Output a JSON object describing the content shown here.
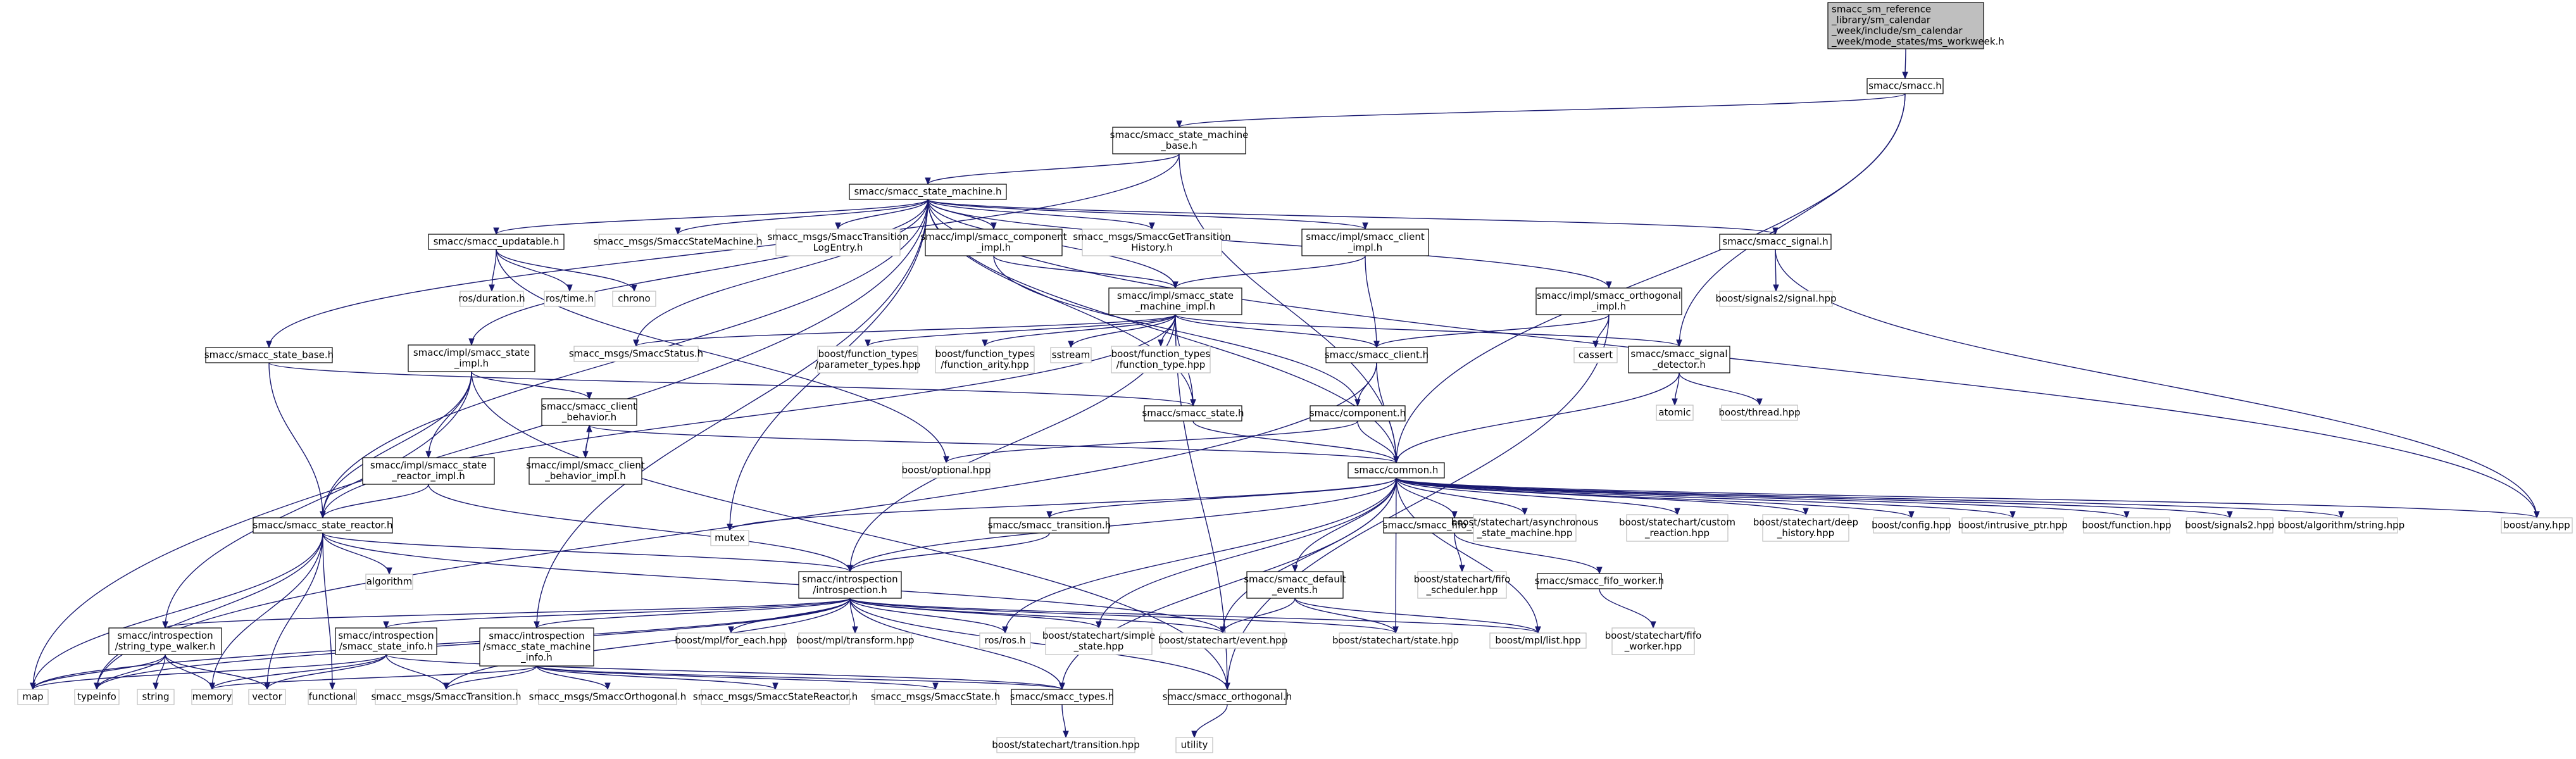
{
  "graph": {
    "nodes": [
      {
        "id": "root",
        "lines": [
          "smacc_sm_reference",
          "_library/sm_calendar",
          "_week/include/sm_calendar",
          "_week/mode_states/ms_workweek.h"
        ],
        "kind": "root"
      },
      {
        "id": "smacc_h",
        "lines": [
          "smacc/smacc.h"
        ],
        "kind": "internal"
      },
      {
        "id": "sm_base",
        "lines": [
          "smacc/smacc_state_machine",
          "_base.h"
        ],
        "kind": "internal"
      },
      {
        "id": "sm",
        "lines": [
          "smacc/smacc_state_machine.h"
        ],
        "kind": "internal"
      },
      {
        "id": "updatable",
        "lines": [
          "smacc/smacc_updatable.h"
        ],
        "kind": "internal"
      },
      {
        "id": "msg_sm",
        "lines": [
          "smacc_msgs/SmaccStateMachine.h"
        ],
        "kind": "external"
      },
      {
        "id": "msg_tle",
        "lines": [
          "smacc_msgs/SmaccTransition",
          "LogEntry.h"
        ],
        "kind": "external"
      },
      {
        "id": "comp_impl",
        "lines": [
          "smacc/impl/smacc_component",
          "_impl.h"
        ],
        "kind": "internal"
      },
      {
        "id": "msg_gth",
        "lines": [
          "smacc_msgs/SmaccGetTransition",
          "History.h"
        ],
        "kind": "external"
      },
      {
        "id": "client_impl",
        "lines": [
          "smacc/impl/smacc_client",
          "_impl.h"
        ],
        "kind": "internal"
      },
      {
        "id": "signal",
        "lines": [
          "smacc/smacc_signal.h"
        ],
        "kind": "internal"
      },
      {
        "id": "ros_duration",
        "lines": [
          "ros/duration.h"
        ],
        "kind": "external"
      },
      {
        "id": "ros_time",
        "lines": [
          "ros/time.h"
        ],
        "kind": "external"
      },
      {
        "id": "chrono",
        "lines": [
          "chrono"
        ],
        "kind": "external"
      },
      {
        "id": "sm_impl",
        "lines": [
          "smacc/impl/smacc_state",
          "_machine_impl.h"
        ],
        "kind": "internal"
      },
      {
        "id": "orth_impl",
        "lines": [
          "smacc/impl/smacc_orthogonal",
          "_impl.h"
        ],
        "kind": "internal"
      },
      {
        "id": "signals2",
        "lines": [
          "boost/signals2/signal.hpp"
        ],
        "kind": "external"
      },
      {
        "id": "state_base",
        "lines": [
          "smacc/smacc_state_base.h"
        ],
        "kind": "internal"
      },
      {
        "id": "state_impl",
        "lines": [
          "smacc/impl/smacc_state",
          "_impl.h"
        ],
        "kind": "internal"
      },
      {
        "id": "msg_status",
        "lines": [
          "smacc_msgs/SmaccStatus.h"
        ],
        "kind": "external"
      },
      {
        "id": "ft_param",
        "lines": [
          "boost/function_types",
          "/parameter_types.hpp"
        ],
        "kind": "external"
      },
      {
        "id": "ft_arity",
        "lines": [
          "boost/function_types",
          "/function_arity.hpp"
        ],
        "kind": "external"
      },
      {
        "id": "sstream",
        "lines": [
          "sstream"
        ],
        "kind": "external"
      },
      {
        "id": "ft_type",
        "lines": [
          "boost/function_types",
          "/function_type.hpp"
        ],
        "kind": "external"
      },
      {
        "id": "client",
        "lines": [
          "smacc/smacc_client.h"
        ],
        "kind": "internal"
      },
      {
        "id": "cassert",
        "lines": [
          "cassert"
        ],
        "kind": "external"
      },
      {
        "id": "signal_det",
        "lines": [
          "smacc/smacc_signal",
          "_detector.h"
        ],
        "kind": "internal"
      },
      {
        "id": "client_beh",
        "lines": [
          "smacc/smacc_client",
          "_behavior.h"
        ],
        "kind": "internal"
      },
      {
        "id": "state",
        "lines": [
          "smacc/smacc_state.h"
        ],
        "kind": "internal"
      },
      {
        "id": "component",
        "lines": [
          "smacc/component.h"
        ],
        "kind": "internal"
      },
      {
        "id": "atomic",
        "lines": [
          "atomic"
        ],
        "kind": "external"
      },
      {
        "id": "thread",
        "lines": [
          "boost/thread.hpp"
        ],
        "kind": "external"
      },
      {
        "id": "reactor_impl",
        "lines": [
          "smacc/impl/smacc_state",
          "_reactor_impl.h"
        ],
        "kind": "internal"
      },
      {
        "id": "client_beh_impl",
        "lines": [
          "smacc/impl/smacc_client",
          "_behavior_impl.h"
        ],
        "kind": "internal"
      },
      {
        "id": "optional",
        "lines": [
          "boost/optional.hpp"
        ],
        "kind": "external"
      },
      {
        "id": "common",
        "lines": [
          "smacc/common.h"
        ],
        "kind": "internal"
      },
      {
        "id": "reactor",
        "lines": [
          "smacc/smacc_state_reactor.h"
        ],
        "kind": "internal"
      },
      {
        "id": "mutex",
        "lines": [
          "mutex"
        ],
        "kind": "external"
      },
      {
        "id": "transition",
        "lines": [
          "smacc/smacc_transition.h"
        ],
        "kind": "internal"
      },
      {
        "id": "fifo_sched",
        "lines": [
          "smacc/smacc_fifo_scheduler.h"
        ],
        "kind": "internal"
      },
      {
        "id": "sc_async",
        "lines": [
          "boost/statechart/asynchronous",
          "_state_machine.hpp"
        ],
        "kind": "external"
      },
      {
        "id": "sc_custom",
        "lines": [
          "boost/statechart/custom",
          "_reaction.hpp"
        ],
        "kind": "external"
      },
      {
        "id": "sc_deep",
        "lines": [
          "boost/statechart/deep",
          "_history.hpp"
        ],
        "kind": "external"
      },
      {
        "id": "config",
        "lines": [
          "boost/config.hpp"
        ],
        "kind": "external"
      },
      {
        "id": "intrusive",
        "lines": [
          "boost/intrusive_ptr.hpp"
        ],
        "kind": "external"
      },
      {
        "id": "function",
        "lines": [
          "boost/function.hpp"
        ],
        "kind": "external"
      },
      {
        "id": "signals2b",
        "lines": [
          "boost/signals2.hpp"
        ],
        "kind": "external"
      },
      {
        "id": "algstring",
        "lines": [
          "boost/algorithm/string.hpp"
        ],
        "kind": "external"
      },
      {
        "id": "any",
        "lines": [
          "boost/any.hpp"
        ],
        "kind": "external"
      },
      {
        "id": "algorithm",
        "lines": [
          "algorithm"
        ],
        "kind": "external"
      },
      {
        "id": "introspection",
        "lines": [
          "smacc/introspection",
          "/introspection.h"
        ],
        "kind": "internal"
      },
      {
        "id": "default_events",
        "lines": [
          "smacc/smacc_default",
          "_events.h"
        ],
        "kind": "internal"
      },
      {
        "id": "sc_fifo_sched",
        "lines": [
          "boost/statechart/fifo",
          "_scheduler.hpp"
        ],
        "kind": "external"
      },
      {
        "id": "fifo_worker",
        "lines": [
          "smacc/smacc_fifo_worker.h"
        ],
        "kind": "internal"
      },
      {
        "id": "stw",
        "lines": [
          "smacc/introspection",
          "/string_type_walker.h"
        ],
        "kind": "internal"
      },
      {
        "id": "state_info",
        "lines": [
          "smacc/introspection",
          "/smacc_state_info.h"
        ],
        "kind": "internal"
      },
      {
        "id": "sm_info",
        "lines": [
          "smacc/introspection",
          "/smacc_state_machine",
          "_info.h"
        ],
        "kind": "internal"
      },
      {
        "id": "mpl_foreach",
        "lines": [
          "boost/mpl/for_each.hpp"
        ],
        "kind": "external"
      },
      {
        "id": "mpl_transform",
        "lines": [
          "boost/mpl/transform.hpp"
        ],
        "kind": "external"
      },
      {
        "id": "rosros",
        "lines": [
          "ros/ros.h"
        ],
        "kind": "external"
      },
      {
        "id": "sc_simple",
        "lines": [
          "boost/statechart/simple",
          "_state.hpp"
        ],
        "kind": "external"
      },
      {
        "id": "sc_event",
        "lines": [
          "boost/statechart/event.hpp"
        ],
        "kind": "external"
      },
      {
        "id": "sc_state",
        "lines": [
          "boost/statechart/state.hpp"
        ],
        "kind": "external"
      },
      {
        "id": "mpl_list",
        "lines": [
          "boost/mpl/list.hpp"
        ],
        "kind": "external"
      },
      {
        "id": "sc_fifo_worker",
        "lines": [
          "boost/statechart/fifo",
          "_worker.hpp"
        ],
        "kind": "external"
      },
      {
        "id": "map",
        "lines": [
          "map"
        ],
        "kind": "external"
      },
      {
        "id": "typeinfo",
        "lines": [
          "typeinfo"
        ],
        "kind": "external"
      },
      {
        "id": "string",
        "lines": [
          "string"
        ],
        "kind": "external"
      },
      {
        "id": "memory",
        "lines": [
          "memory"
        ],
        "kind": "external"
      },
      {
        "id": "vector",
        "lines": [
          "vector"
        ],
        "kind": "external"
      },
      {
        "id": "functional",
        "lines": [
          "functional"
        ],
        "kind": "external"
      },
      {
        "id": "msg_transition",
        "lines": [
          "smacc_msgs/SmaccTransition.h"
        ],
        "kind": "external"
      },
      {
        "id": "msg_orth",
        "lines": [
          "smacc_msgs/SmaccOrthogonal.h"
        ],
        "kind": "external"
      },
      {
        "id": "msg_reactor",
        "lines": [
          "smacc_msgs/SmaccStateReactor.h"
        ],
        "kind": "external"
      },
      {
        "id": "msg_state",
        "lines": [
          "smacc_msgs/SmaccState.h"
        ],
        "kind": "external"
      },
      {
        "id": "types",
        "lines": [
          "smacc/smacc_types.h"
        ],
        "kind": "internal"
      },
      {
        "id": "orthogonal",
        "lines": [
          "smacc/smacc_orthogonal.h"
        ],
        "kind": "internal"
      },
      {
        "id": "sc_transition",
        "lines": [
          "boost/statechart/transition.hpp"
        ],
        "kind": "external"
      },
      {
        "id": "utility",
        "lines": [
          "utility"
        ],
        "kind": "external"
      }
    ],
    "edges": [
      [
        "root",
        "smacc_h"
      ],
      [
        "smacc_h",
        "sm_base"
      ],
      [
        "smacc_h",
        "common"
      ],
      [
        "smacc_h",
        "signal_det"
      ],
      [
        "sm_base",
        "sm"
      ],
      [
        "sm_base",
        "state_base"
      ],
      [
        "sm_base",
        "common"
      ],
      [
        "sm",
        "updatable"
      ],
      [
        "sm",
        "msg_sm"
      ],
      [
        "sm",
        "msg_tle"
      ],
      [
        "sm",
        "comp_impl"
      ],
      [
        "sm",
        "msg_gth"
      ],
      [
        "sm",
        "client_impl"
      ],
      [
        "sm",
        "signal"
      ],
      [
        "sm",
        "sm_impl"
      ],
      [
        "sm",
        "orth_impl"
      ],
      [
        "sm",
        "state_impl"
      ],
      [
        "sm",
        "msg_status"
      ],
      [
        "sm",
        "state"
      ],
      [
        "sm",
        "common"
      ],
      [
        "sm",
        "reactor"
      ],
      [
        "sm",
        "sm_info"
      ],
      [
        "sm",
        "map"
      ],
      [
        "sm",
        "mutex"
      ],
      [
        "sm",
        "any"
      ],
      [
        "updatable",
        "ros_duration"
      ],
      [
        "updatable",
        "ros_time"
      ],
      [
        "updatable",
        "chrono"
      ],
      [
        "updatable",
        "optional"
      ],
      [
        "comp_impl",
        "sm_impl"
      ],
      [
        "comp_impl",
        "component"
      ],
      [
        "client_impl",
        "sm_impl"
      ],
      [
        "client_impl",
        "client"
      ],
      [
        "signal",
        "signals2"
      ],
      [
        "signal",
        "any"
      ],
      [
        "sm_impl",
        "msg_status"
      ],
      [
        "sm_impl",
        "ft_param"
      ],
      [
        "sm_impl",
        "ft_arity"
      ],
      [
        "sm_impl",
        "sstream"
      ],
      [
        "sm_impl",
        "ft_type"
      ],
      [
        "sm_impl",
        "client"
      ],
      [
        "sm_impl",
        "signal_det"
      ],
      [
        "sm_impl",
        "state"
      ],
      [
        "sm_impl",
        "introspection"
      ],
      [
        "sm_impl",
        "reactor"
      ],
      [
        "sm_impl",
        "orthogonal"
      ],
      [
        "orth_impl",
        "client"
      ],
      [
        "orth_impl",
        "cassert"
      ],
      [
        "orth_impl",
        "orthogonal"
      ],
      [
        "state_base",
        "reactor"
      ],
      [
        "state_base",
        "state"
      ],
      [
        "state_impl",
        "client_beh"
      ],
      [
        "state_impl",
        "reactor_impl"
      ],
      [
        "state_impl",
        "reactor"
      ],
      [
        "state_impl",
        "stw"
      ],
      [
        "state_impl",
        "orthogonal"
      ],
      [
        "client",
        "component"
      ],
      [
        "client",
        "common"
      ],
      [
        "client",
        "typeinfo"
      ],
      [
        "signal_det",
        "atomic"
      ],
      [
        "signal_det",
        "thread"
      ],
      [
        "signal_det",
        "common"
      ],
      [
        "client_beh",
        "client_beh_impl"
      ],
      [
        "client_beh",
        "common"
      ],
      [
        "client_beh_impl",
        "client_beh"
      ],
      [
        "state",
        "common"
      ],
      [
        "component",
        "optional"
      ],
      [
        "component",
        "common"
      ],
      [
        "reactor_impl",
        "reactor"
      ],
      [
        "reactor_impl",
        "introspection"
      ],
      [
        "common",
        "mutex"
      ],
      [
        "common",
        "transition"
      ],
      [
        "common",
        "fifo_sched"
      ],
      [
        "common",
        "sc_async"
      ],
      [
        "common",
        "sc_custom"
      ],
      [
        "common",
        "sc_deep"
      ],
      [
        "common",
        "config"
      ],
      [
        "common",
        "intrusive"
      ],
      [
        "common",
        "function"
      ],
      [
        "common",
        "signals2b"
      ],
      [
        "common",
        "algstring"
      ],
      [
        "common",
        "any"
      ],
      [
        "common",
        "default_events"
      ],
      [
        "common",
        "introspection"
      ],
      [
        "common",
        "rosros"
      ],
      [
        "common",
        "sc_simple"
      ],
      [
        "common",
        "sc_event"
      ],
      [
        "common",
        "sc_state"
      ],
      [
        "common",
        "mpl_list"
      ],
      [
        "common",
        "types"
      ],
      [
        "transition",
        "introspection"
      ],
      [
        "fifo_sched",
        "sc_fifo_sched"
      ],
      [
        "fifo_sched",
        "fifo_worker"
      ],
      [
        "fifo_worker",
        "sc_fifo_worker"
      ],
      [
        "default_events",
        "sc_event"
      ],
      [
        "default_events",
        "sc_state"
      ],
      [
        "default_events",
        "mpl_list"
      ],
      [
        "reactor",
        "algorithm"
      ],
      [
        "reactor",
        "introspection"
      ],
      [
        "reactor",
        "map"
      ],
      [
        "reactor",
        "memory"
      ],
      [
        "reactor",
        "vector"
      ],
      [
        "reactor",
        "functional"
      ],
      [
        "reactor",
        "typeinfo"
      ],
      [
        "reactor",
        "sc_event"
      ],
      [
        "introspection",
        "stw"
      ],
      [
        "introspection",
        "state_info"
      ],
      [
        "introspection",
        "sm_info"
      ],
      [
        "introspection",
        "mpl_foreach"
      ],
      [
        "introspection",
        "mpl_transform"
      ],
      [
        "introspection",
        "rosros"
      ],
      [
        "introspection",
        "sc_simple"
      ],
      [
        "introspection",
        "sc_event"
      ],
      [
        "introspection",
        "sc_state"
      ],
      [
        "introspection",
        "mpl_list"
      ],
      [
        "introspection",
        "types"
      ],
      [
        "introspection",
        "msg_transition"
      ],
      [
        "introspection",
        "typeinfo"
      ],
      [
        "introspection",
        "map"
      ],
      [
        "introspection",
        "orthogonal"
      ],
      [
        "stw",
        "string"
      ],
      [
        "stw",
        "memory"
      ],
      [
        "stw",
        "vector"
      ],
      [
        "stw",
        "map"
      ],
      [
        "stw",
        "typeinfo"
      ],
      [
        "state_info",
        "memory"
      ],
      [
        "state_info",
        "vector"
      ],
      [
        "state_info",
        "map"
      ],
      [
        "state_info",
        "types"
      ],
      [
        "state_info",
        "msg_transition"
      ],
      [
        "sm_info",
        "msg_transition"
      ],
      [
        "sm_info",
        "msg_orth"
      ],
      [
        "sm_info",
        "msg_reactor"
      ],
      [
        "sm_info",
        "msg_state"
      ],
      [
        "sm_info",
        "types"
      ],
      [
        "sm_info",
        "memory"
      ],
      [
        "types",
        "sc_transition"
      ],
      [
        "orthogonal",
        "utility"
      ]
    ]
  }
}
